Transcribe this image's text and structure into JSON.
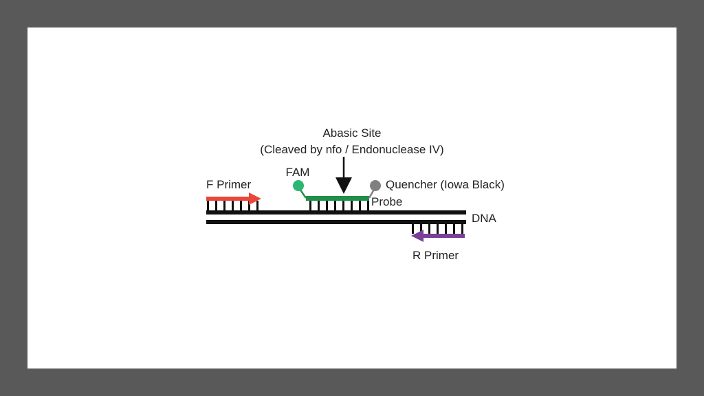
{
  "labels": {
    "abasic_site": "Abasic Site",
    "cleaved_by": "(Cleaved by nfo / Endonuclease IV)",
    "fam": "FAM",
    "quencher": "Quencher (Iowa Black)",
    "probe": "Probe",
    "f_primer": "F Primer",
    "r_primer": "R Primer",
    "dna": "DNA"
  },
  "colors": {
    "background": "#595959",
    "canvas": "#ffffff",
    "dna_strand": "#111111",
    "f_primer": "#e8473a",
    "r_primer": "#7b3f98",
    "probe": "#1f8f4a",
    "fam": "#2bb673",
    "quencher": "#808080"
  },
  "icons": {
    "cleavage_arrow": "arrow-down-icon",
    "fam_marker": "circle-icon",
    "quencher_marker": "circle-icon"
  }
}
